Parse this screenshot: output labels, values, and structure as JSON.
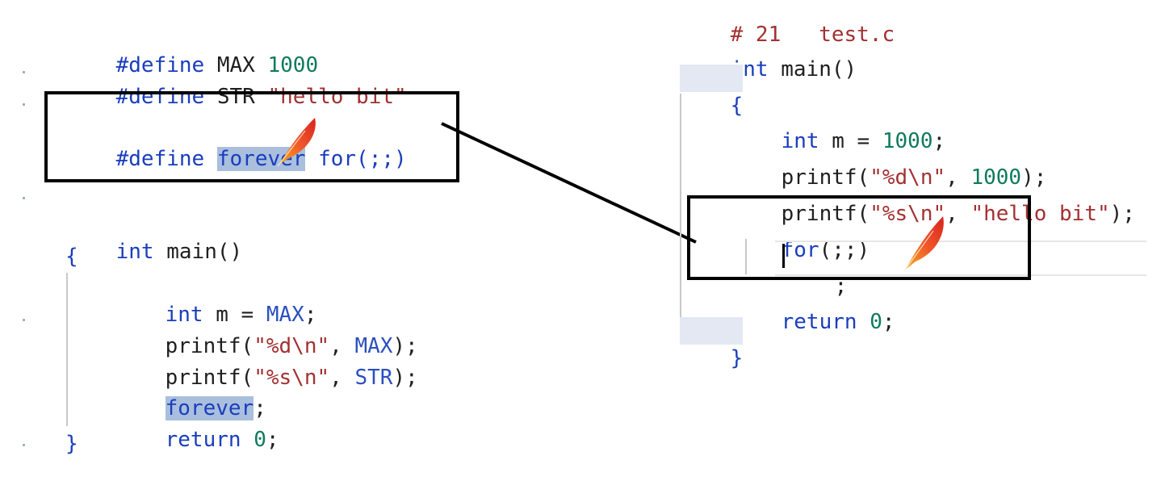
{
  "left_code": {
    "lines": [
      {
        "kw": "#define",
        "name": "MAX",
        "value": "1000"
      },
      {
        "kw": "#define",
        "name": "STR",
        "value": "\"hello bit\""
      },
      {
        "kw": "#define",
        "name": "forever",
        "rest": "for(;;)"
      },
      {
        "kw": "int",
        "rest": "main()"
      },
      {
        "text": "{"
      },
      {
        "kw": "int",
        "rest": "m = ",
        "name": "MAX",
        "end": ";"
      },
      {
        "fn": "printf(",
        "str": "\"%d\\n\"",
        "mid": ", ",
        "name": "MAX",
        "end": ");"
      },
      {
        "fn": "printf(",
        "str": "\"%s\\n\"",
        "mid": ", ",
        "name": "STR",
        "end": ");"
      },
      {
        "name": "forever",
        "end": ";"
      },
      {
        "kw": "return",
        "num": "0",
        "end": ";"
      },
      {
        "text": "}"
      }
    ]
  },
  "right_code": {
    "header": "# 21   test.c",
    "lines": [
      {
        "kw": "int",
        "rest": "main()"
      },
      {
        "text": "{"
      },
      {
        "kw": "int",
        "rest": "m = ",
        "num": "1000",
        "end": ";"
      },
      {
        "fn": "printf(",
        "str": "\"%d\\n\"",
        "mid": ", ",
        "num": "1000",
        "end": ");"
      },
      {
        "fn": "printf(",
        "str": "\"%s\\n\"",
        "mid": ", ",
        "str2": "\"hello bit\"",
        "end": ");"
      },
      {
        "kw": "for",
        "rest": "(;;)"
      },
      {
        "text": ";"
      },
      {
        "kw": "return",
        "num": "0",
        "end": ";"
      },
      {
        "text": "}"
      }
    ]
  },
  "icons": {
    "left_feather": "feather-icon",
    "right_feather": "feather-icon"
  }
}
